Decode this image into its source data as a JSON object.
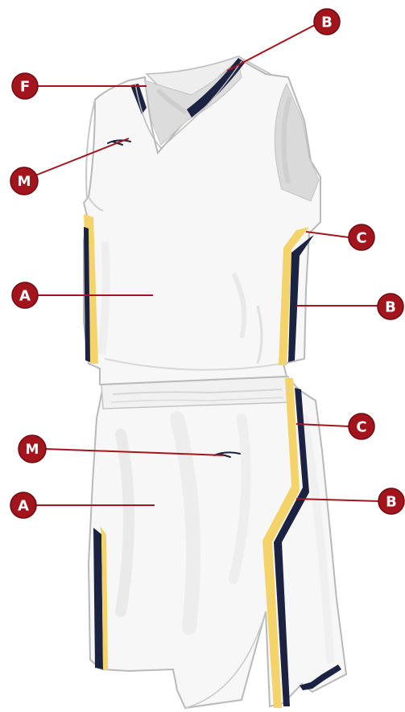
{
  "colors": {
    "badge_fill": "#a3151c",
    "badge_edge": "#6e0a10",
    "leader_line": "#a3151c",
    "garment_fill": "#f7f7f7",
    "garment_outline": "#b9b9b9",
    "garment_shadow": "#e0e0e0",
    "trim_navy": "#1c2241",
    "trim_gold": "#f3d36a"
  },
  "callouts": [
    {
      "letter": "B"
    },
    {
      "letter": "F"
    },
    {
      "letter": "M"
    },
    {
      "letter": "C"
    },
    {
      "letter": "A"
    },
    {
      "letter": "B"
    },
    {
      "letter": "C"
    },
    {
      "letter": "M"
    },
    {
      "letter": "A"
    },
    {
      "letter": "B"
    }
  ],
  "logo_marks": [
    "logo-mark-jersey",
    "logo-mark-shorts"
  ]
}
